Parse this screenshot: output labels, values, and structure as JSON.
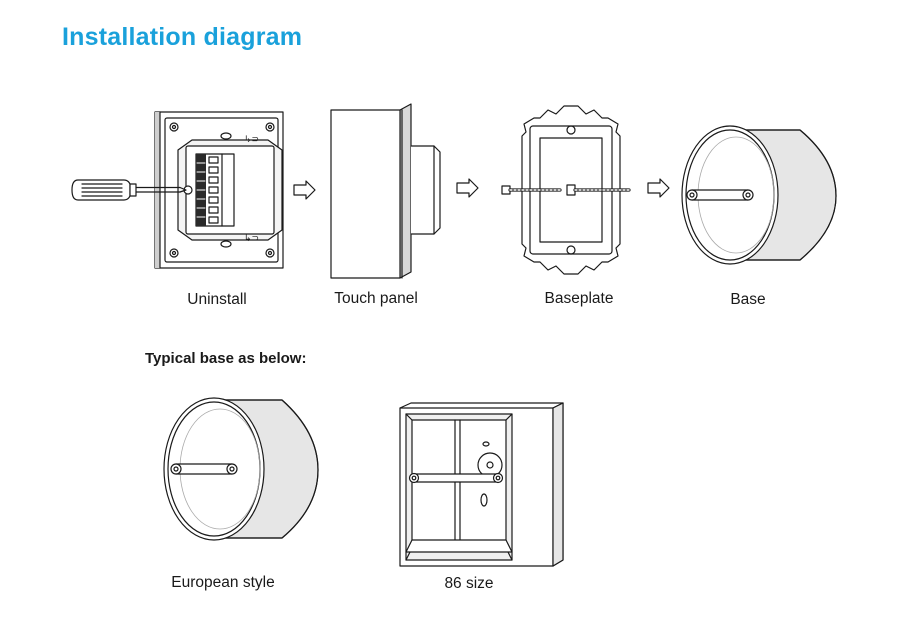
{
  "page_title": "Installation diagram",
  "steps": [
    {
      "id": "uninstall",
      "caption": "Uninstall"
    },
    {
      "id": "touch-panel",
      "caption": "Touch panel"
    },
    {
      "id": "baseplate",
      "caption": "Baseplate"
    },
    {
      "id": "base",
      "caption": "Base"
    }
  ],
  "typical_base": {
    "heading": "Typical base as below:",
    "items": [
      {
        "id": "european",
        "caption": "European style"
      },
      {
        "id": "86",
        "caption": "86 size"
      }
    ]
  },
  "colors": {
    "title": "#1aa1db",
    "line": "#1a1a1a",
    "shade": "#cfcfcf",
    "light_shade": "#e6e6e6"
  },
  "icons": [
    "screwdriver-icon",
    "arrow-right-icon",
    "screw-icon",
    "terminal-block-icon"
  ]
}
